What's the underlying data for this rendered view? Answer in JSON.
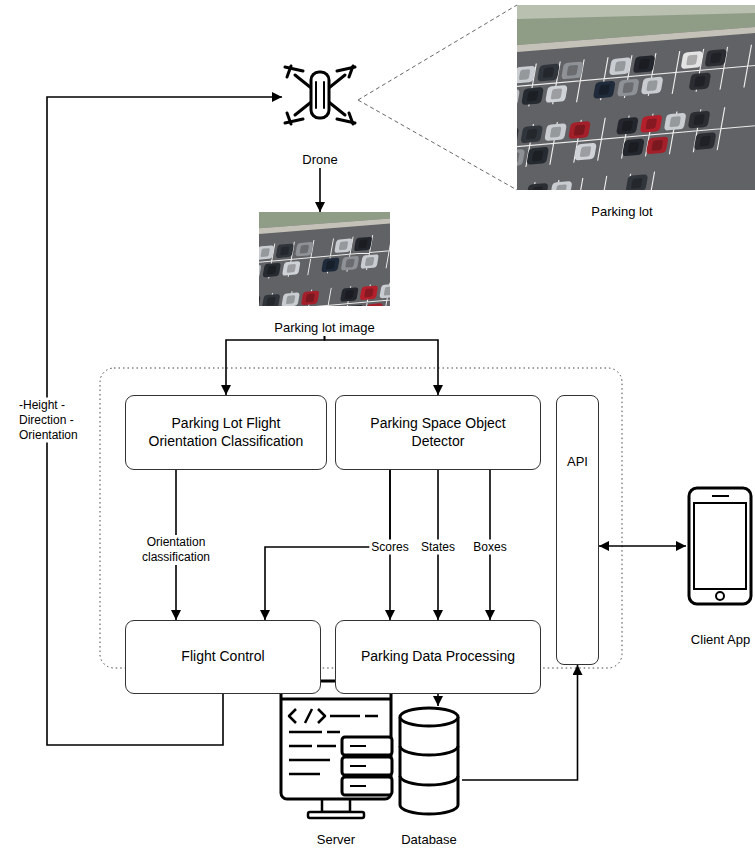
{
  "diagram": {
    "nodes": [
      {
        "text": [
          "Drone"
        ]
      },
      {
        "text": [
          "Parking lot"
        ]
      },
      {
        "text": [
          "Parking lot image"
        ]
      },
      {
        "text": [
          "Parking Lot Flight Orientation Classification"
        ]
      },
      {
        "text": [
          "Parking Space Object Detector"
        ]
      },
      {
        "text": [
          "API"
        ]
      },
      {
        "text": [
          "Client App"
        ]
      },
      {
        "text": [
          "Flight Control"
        ]
      },
      {
        "text": [
          "Parking Data Processing"
        ]
      },
      {
        "text": [
          "Server"
        ]
      },
      {
        "text": [
          "Database"
        ]
      }
    ],
    "edges": [
      {
        "from": 0,
        "to": 1,
        "arrow": "none"
      },
      {
        "from": 0,
        "to": 2,
        "arrow": "to"
      },
      {
        "from": 2,
        "to": 3,
        "arrow": "to"
      },
      {
        "from": 2,
        "to": 4,
        "arrow": "to"
      },
      {
        "from": 3,
        "to": 7,
        "label": "Orientation classification",
        "arrow": "to"
      },
      {
        "from": 4,
        "to": 8,
        "label": "Scores",
        "arrow": "to"
      },
      {
        "from": 4,
        "to": 8,
        "label": "States",
        "arrow": "to"
      },
      {
        "from": 4,
        "to": 8,
        "label": "Boxes",
        "arrow": "to"
      },
      {
        "from": 4,
        "to": 7,
        "arrow": "to"
      },
      {
        "from": 7,
        "to": 0,
        "label": "-Height -Direction -Orientation",
        "arrow": "to"
      },
      {
        "from": 8,
        "to": 10,
        "arrow": "to"
      },
      {
        "from": 10,
        "to": 5,
        "arrow": "to"
      },
      {
        "from": 5,
        "to": 6,
        "arrow": "both"
      }
    ]
  }
}
